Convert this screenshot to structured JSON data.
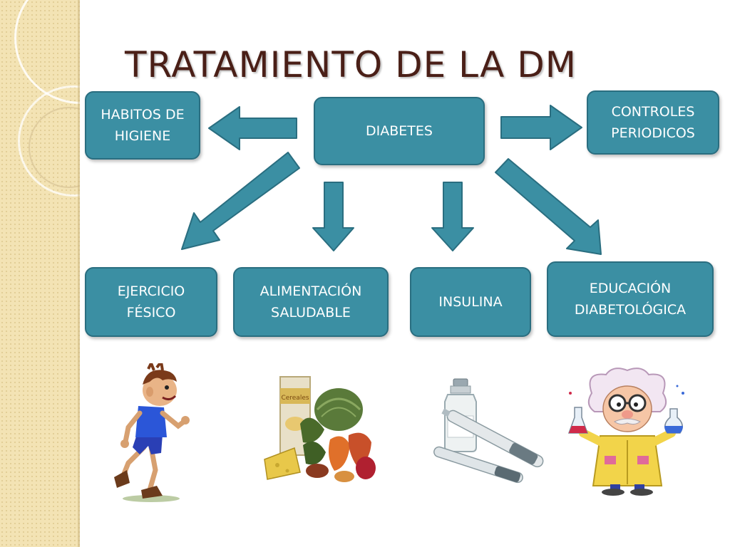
{
  "title": "TRATAMIENTO DE LA DM",
  "nodes": {
    "diabetes": "DIABETES",
    "habitos": "HABITOS DE HIGIENE",
    "controles": "CONTROLES PERIODICOS",
    "ejercicio": "EJERCICIO FÉSICO",
    "alimentacion": "ALIMENTACIÓN SALUDABLE",
    "insulina": "INSULINA",
    "educacion": "EDUCACIÓN DIABETOLÓGICA"
  },
  "packaging_text": "Cereales",
  "colors": {
    "node_fill": "#3b8fa3",
    "node_border": "#2a6e80",
    "title": "#4a1f17",
    "side_strip": "#f3e3b4"
  },
  "icons": [
    "running-boy-icon",
    "healthy-food-icon",
    "insulin-vial-and-pen-icon",
    "scientist-icon"
  ]
}
